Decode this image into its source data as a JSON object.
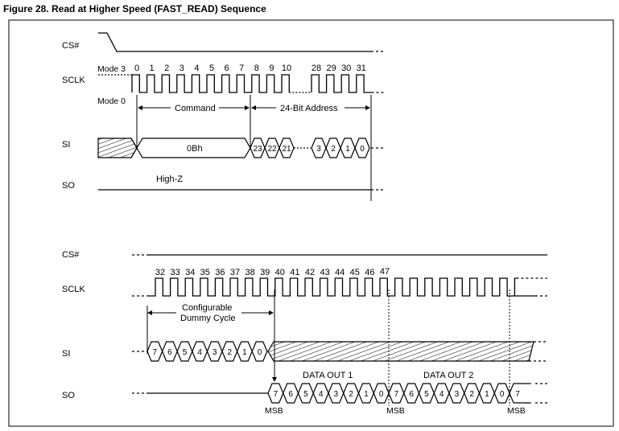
{
  "figure_title": "Figure 28. Read at Higher Speed (FAST_READ) Sequence",
  "top": {
    "signals": {
      "cs": "CS#",
      "sclk": "SCLK",
      "si": "SI",
      "so": "SO"
    },
    "mode3": "Mode 3",
    "mode0": "Mode 0",
    "clock_numbers": [
      "0",
      "1",
      "2",
      "3",
      "4",
      "5",
      "6",
      "7",
      "8",
      "9",
      "10",
      "28",
      "29",
      "30",
      "31"
    ],
    "command_label": "Command",
    "address_label": "24-Bit Address",
    "opcode": "0Bh",
    "address_bits_high": [
      "23",
      "22",
      "21"
    ],
    "address_bits_low": [
      "3",
      "2",
      "1",
      "0"
    ],
    "so_state": "High-Z"
  },
  "bottom": {
    "signals": {
      "cs": "CS#",
      "sclk": "SCLK",
      "si": "SI",
      "so": "SO"
    },
    "clock_numbers": [
      "32",
      "33",
      "34",
      "35",
      "36",
      "37",
      "38",
      "39",
      "40",
      "41",
      "42",
      "43",
      "44",
      "45",
      "46",
      "47"
    ],
    "dummy_label_line1": "Configurable",
    "dummy_label_line2": "Dummy Cycle",
    "dummy_bits": [
      "7",
      "6",
      "5",
      "4",
      "3",
      "2",
      "1",
      "0"
    ],
    "data_out_1": "DATA OUT 1",
    "data_out_2": "DATA OUT 2",
    "data_bits": [
      "7",
      "6",
      "5",
      "4",
      "3",
      "2",
      "1",
      "0"
    ],
    "msb": "MSB"
  }
}
